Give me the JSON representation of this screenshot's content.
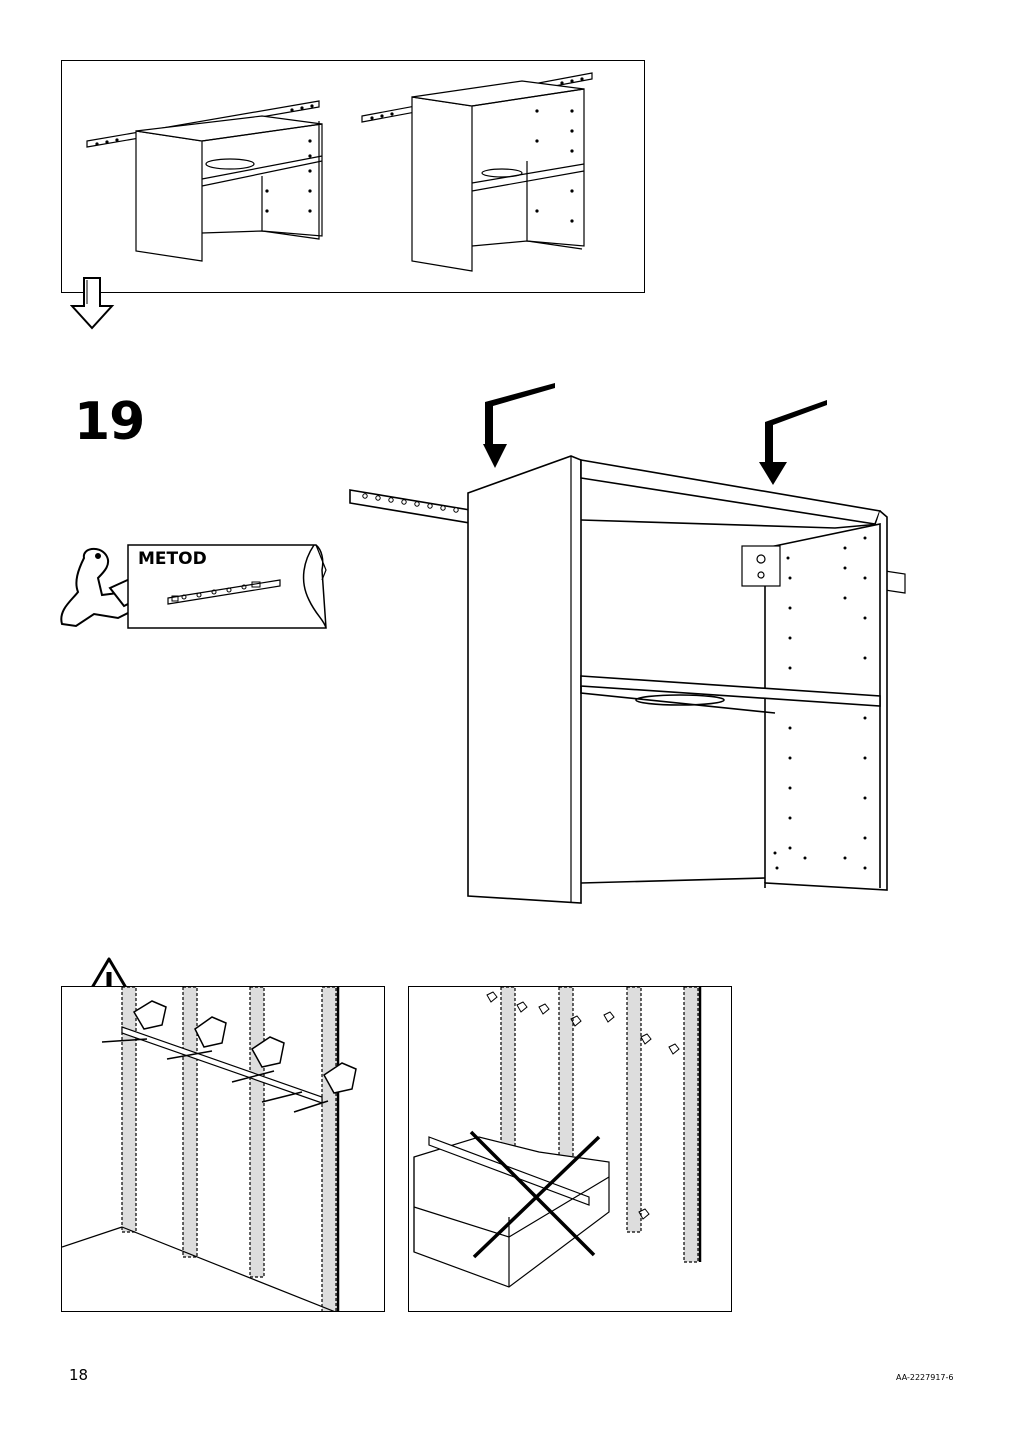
{
  "step": {
    "number": "19"
  },
  "callout": {
    "label": "METOD"
  },
  "footer": {
    "page_number": "18",
    "doc_code": "AA-2227917-6"
  },
  "icons": [
    "down-arrow-icon",
    "manual-reading-icon",
    "warning-icon",
    "hand-press-icon",
    "cross-icon"
  ]
}
